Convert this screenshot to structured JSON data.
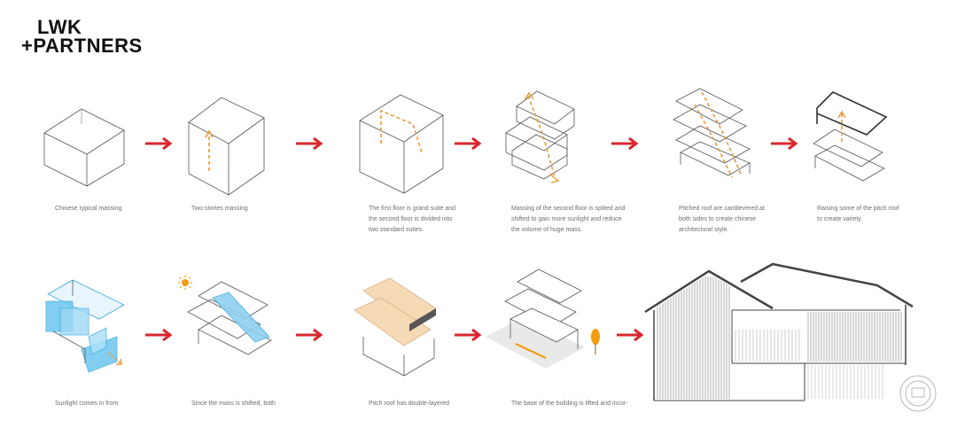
{
  "brand": {
    "line1": "LWK",
    "line2": "+PARTNERS"
  },
  "colors": {
    "arrow": "#d9272e",
    "dash": "#e59a3a",
    "line": "#555555",
    "blue": "#36a9e1",
    "peach": "#f6d9b5",
    "sun": "#f39c12"
  },
  "steps_top": [
    {
      "caption": "Chinese typical massing"
    },
    {
      "caption": "Two-stories massing"
    },
    {
      "caption": "The first floor is grand suite and\nthe second floor is divided into\ntwo standard suites."
    },
    {
      "caption": "Massing of the second floor is splited and\nshifted to gain more sunlight and reduce\nthe volume of huge mass."
    },
    {
      "caption": "Pitched roof are cantilevered at\nboth sides to create chinese\narchitectural style."
    },
    {
      "caption": "Raising some of the pitch roof\nto create variety."
    }
  ],
  "steps_bottom": [
    {
      "caption": "Sunlight comes in from"
    },
    {
      "caption": "Since the mass is shifted, both"
    },
    {
      "caption": "Pitch roof has double-layered"
    },
    {
      "caption": "The base of the building is lifted and incor-"
    }
  ],
  "icons": {
    "flow_arrow": "right-arrow-icon",
    "sun": "sun-icon",
    "tree": "tree-icon",
    "watermark": "stamp-icon"
  }
}
